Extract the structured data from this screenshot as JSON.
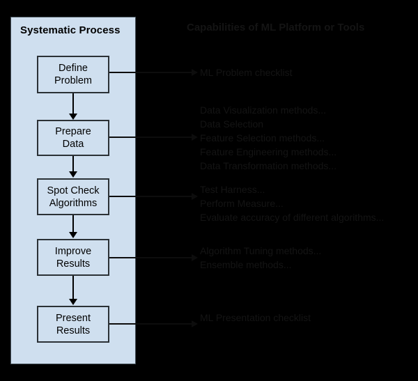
{
  "diagram": {
    "background_color": "#000000",
    "panel_color": "#cfdfef",
    "border_color": "#2b3136",
    "text_color": "#000000",
    "dim_text_color": "#141414"
  },
  "panel": {
    "title": "Systematic Process"
  },
  "capabilities": {
    "title": "Capabilities of ML Platform or Tools"
  },
  "steps": [
    {
      "id": "define-problem",
      "line1": "Define",
      "line2": "Problem",
      "capabilities": [
        "ML Problem checklist"
      ]
    },
    {
      "id": "prepare-data",
      "line1": "Prepare",
      "line2": "Data",
      "capabilities": [
        "Data Visualization methods...",
        "Data Selection",
        "Feature Selection methods...",
        "Feature Engineering methods...",
        "Data Transformation methods..."
      ]
    },
    {
      "id": "spot-check-algorithms",
      "line1": "Spot Check",
      "line2": "Algorithms",
      "capabilities": [
        "Test Harness...",
        "Perform Measure...",
        "Evaluate accuracy of different algorithms..."
      ]
    },
    {
      "id": "improve-results",
      "line1": "Improve",
      "line2": "Results",
      "capabilities": [
        "Algorithm Tuning methods...",
        "Ensemble methods..."
      ]
    },
    {
      "id": "present-results",
      "line1": "Present",
      "line2": "Results",
      "capabilities": [
        "ML Presentation checklist"
      ]
    }
  ]
}
